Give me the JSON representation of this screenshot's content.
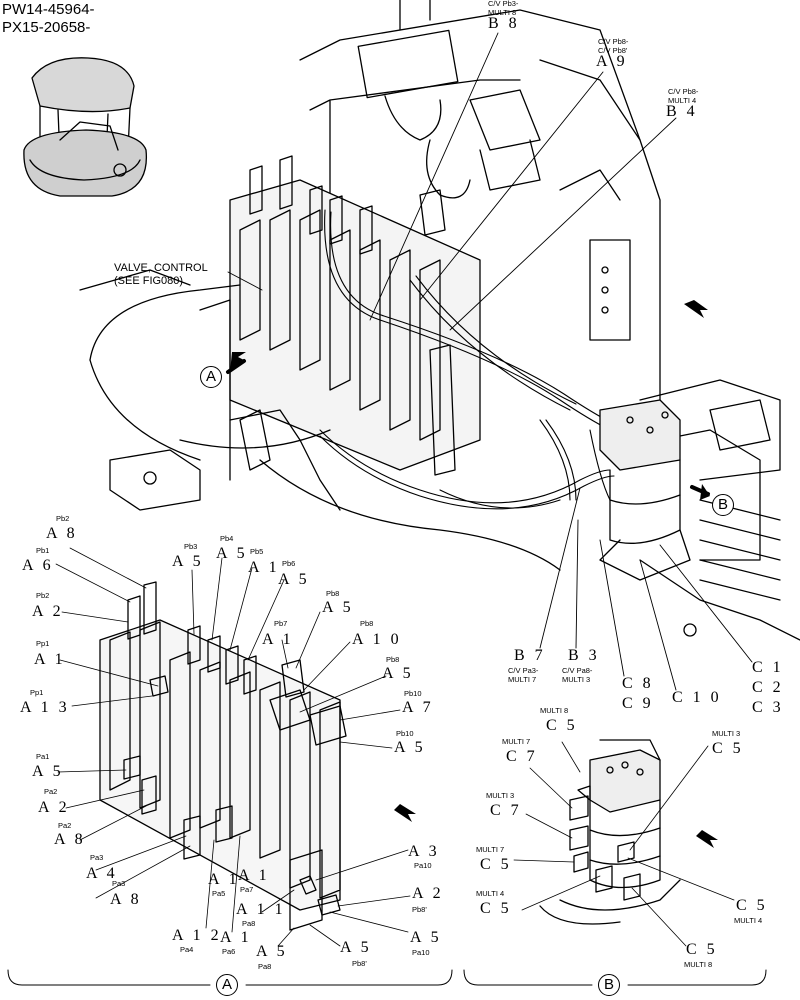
{
  "header": {
    "line1": "PW14-45964-",
    "line2": "PX15-20658-"
  },
  "main_labels": [
    {
      "ref": "C/V Pb3-",
      "ref2": "MULTI 8",
      "code": "B 8"
    },
    {
      "ref": "C/V Pb8-",
      "ref2": "C/V Pb8'",
      "code": "A 9"
    },
    {
      "ref": "C/V Pb8-",
      "ref2": "MULTI 4",
      "code": "B 4"
    }
  ],
  "valve_note": {
    "line1": "VALVE, CONTROL",
    "line2": "(SEE FIG080)"
  },
  "bottom_codes": {
    "b7": "B 7",
    "b7_ref1": "C/V Pa3-",
    "b7_ref2": "MULTI 7",
    "b3": "B 3",
    "b3_ref1": "C/V Pa8-",
    "b3_ref2": "MULTI 3",
    "c8": "C 8",
    "c9": "C 9",
    "c10": "C 1 0",
    "c1": "C 1",
    "c2": "C 2",
    "c3": "C 3"
  },
  "detail_a": [
    {
      "port": "Pb2",
      "code": "A 8"
    },
    {
      "port": "Pb1",
      "code": "A 6"
    },
    {
      "port": "Pb2",
      "code": "A 2"
    },
    {
      "port": "Pp1",
      "code": "A 1"
    },
    {
      "port": "Pp1",
      "code": "A 1 3"
    },
    {
      "port": "Pa1",
      "code": "A 5"
    },
    {
      "port": "Pa2",
      "code": "A 2"
    },
    {
      "port": "Pa2",
      "code": "A 8"
    },
    {
      "port": "Pa3",
      "code": "A 4"
    },
    {
      "port": "Pa3",
      "code": "A 8"
    },
    {
      "port": "Pb3",
      "code": "A 5"
    },
    {
      "port": "Pb4",
      "code": "A 5"
    },
    {
      "port": "Pb5",
      "code": "A 1"
    },
    {
      "port": "Pb6",
      "code": "A 5"
    },
    {
      "port": "Pb7",
      "code": "A 1"
    },
    {
      "port": "Pb8",
      "code": "A 5"
    },
    {
      "port": "Pb8",
      "code": "A 1 0"
    },
    {
      "port": "Pb8",
      "code": "A 5"
    },
    {
      "port": "Pb10",
      "code": "A 7"
    },
    {
      "port": "Pb10",
      "code": "A 5"
    },
    {
      "port": "Pa10",
      "code": "A 3"
    },
    {
      "port": "Pb8'",
      "code": "A 2"
    },
    {
      "port": "Pa10",
      "code": "A 5"
    },
    {
      "port": "Pb8'",
      "code": "A 5"
    },
    {
      "port": "Pa8",
      "code": "A 5"
    },
    {
      "port": "Pa4",
      "code": "A 1 2"
    },
    {
      "port": "Pa6",
      "code": "A 1"
    },
    {
      "port": "Pa8",
      "code": "A 1 1"
    },
    {
      "port": "Pa5",
      "code": "A 1"
    },
    {
      "port": "Pa7",
      "code": "A 1"
    }
  ],
  "detail_b": [
    {
      "port": "MULTI 8",
      "code": "C 5"
    },
    {
      "port": "MULTI 7",
      "code": "C 7"
    },
    {
      "port": "MULTI 3",
      "code": "C 5"
    },
    {
      "port": "MULTI 3",
      "code": "C 7"
    },
    {
      "port": "MULTI 7",
      "code": "C 5"
    },
    {
      "port": "MULTI 4",
      "code": "C 5"
    },
    {
      "port": "MULTI 4",
      "code": "C 5"
    },
    {
      "port": "MULTI 8",
      "code": "C 5"
    }
  ],
  "view_markers": {
    "a": "A",
    "b": "B"
  }
}
